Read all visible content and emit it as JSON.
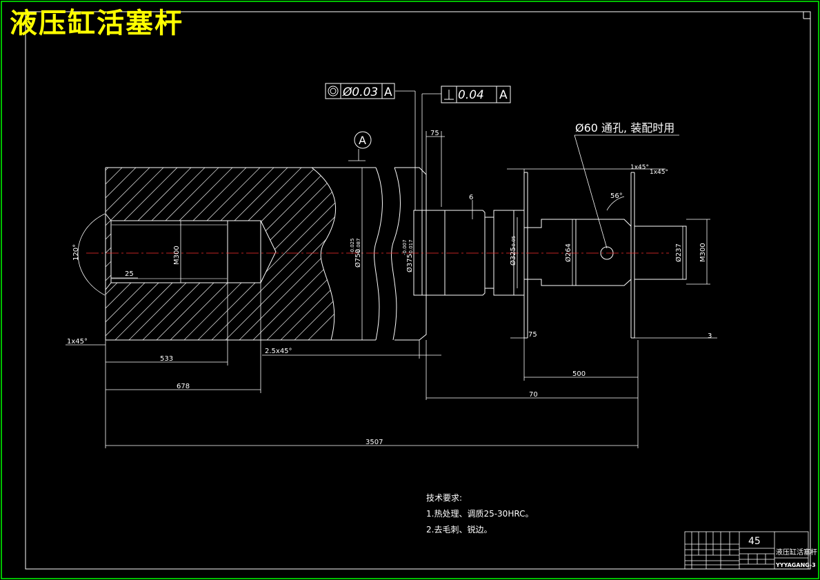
{
  "drawing": {
    "title": "液压缸活塞杆",
    "tolerance": {
      "coaxial_value": "Ø0.03",
      "coaxial_datum": "A",
      "perp_value": "0.04",
      "perp_datum": "A",
      "datum_label": "A"
    },
    "hole_note": "Ø60 通孔, 装配时用",
    "dims": {
      "d75_top": "75",
      "d6": "6",
      "chamfer_r1": "1x45°",
      "chamfer_r2": "1x45°",
      "angle_56": "56°",
      "angle_120": "120°",
      "d25": "25",
      "m300_left": "M300",
      "phi750": "Ø750",
      "phi750_tol_up": "-0.025",
      "phi750_tol_low": "-0.087",
      "phi375": "Ø375",
      "phi375_tol_up": "-0.007",
      "phi375_tol_low": "-0.017",
      "phi325": "Ø325",
      "phi325_tol": "-0.05",
      "phi264": "Ø264",
      "phi237": "Ø237",
      "m300_right": "M300",
      "chamfer_left": "1x45°",
      "chamfer_mid": "2.5x45°",
      "d75_bottom": "75",
      "d3": "3",
      "d533": "533",
      "d678": "678",
      "d500": "500",
      "d70": "70",
      "d3507": "3507"
    },
    "requirements": {
      "heading": "技术要求:",
      "items": [
        "1.热处理、调质25-30HRC。",
        "2.去毛刺、锐边。"
      ]
    },
    "title_block": {
      "material": "45",
      "part_name": "液压缸活塞杆",
      "drawing_no": "YYYAGANG-3"
    }
  },
  "colors": {
    "frame": "#00ff00",
    "lines": "#ffffff",
    "title": "#ffff00",
    "centerline": "#ff3030"
  }
}
